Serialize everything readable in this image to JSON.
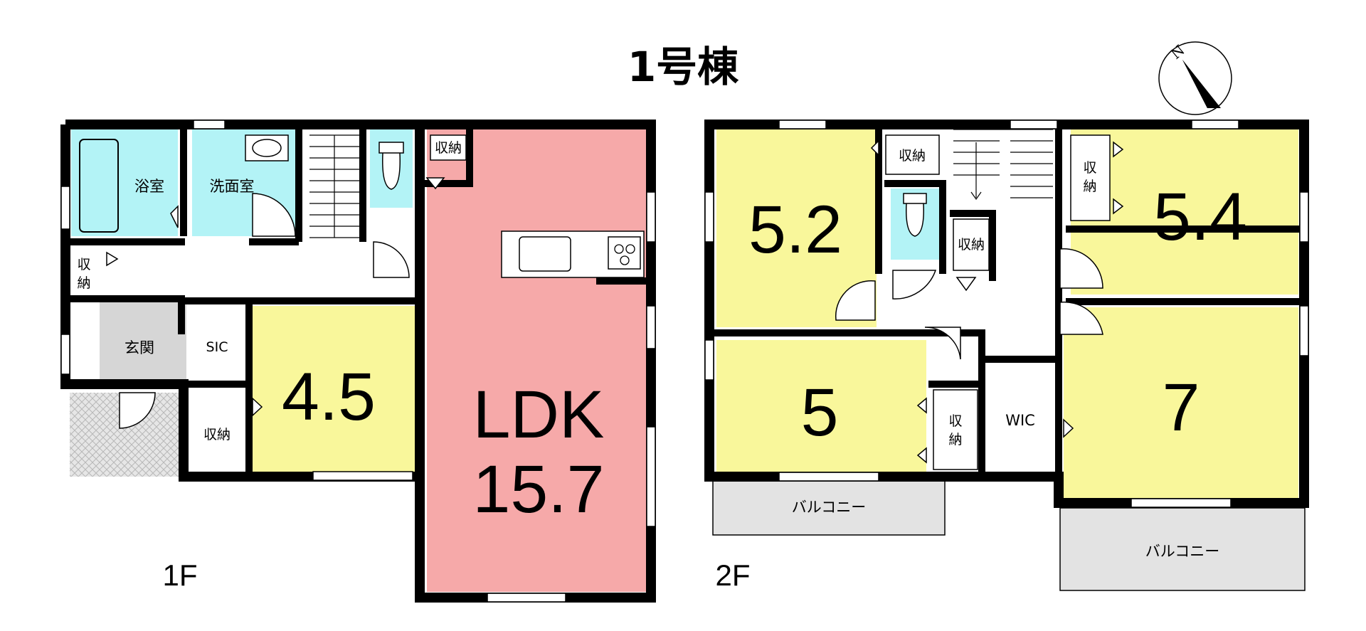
{
  "title": "1号棟",
  "floors": {
    "f1": {
      "label": "1F",
      "rooms": {
        "bath": "浴室",
        "washroom": "洗面室",
        "storage_top": "収納",
        "storage_left": "収\n納",
        "entrance": "玄関",
        "sic": "SIC",
        "storage_bottom": "収納",
        "room_45": "4.5",
        "ldk_name": "LDK",
        "ldk_size": "15.7"
      }
    },
    "f2": {
      "label": "2F",
      "rooms": {
        "room_52": "5.2",
        "storage_a": "収納",
        "storage_b": "収納",
        "room_54": "5.4",
        "storage_c_top": "収",
        "storage_c_bot": "納",
        "room_5": "5",
        "storage_d_top": "収",
        "storage_d_bot": "納",
        "wic": "WIC",
        "room_7": "7",
        "balcony_left": "バルコニー",
        "balcony_right": "バルコニー"
      }
    }
  },
  "compass": {
    "north_label": "N"
  },
  "colors": {
    "room_yellow": "#f9f79b",
    "ldk_pink": "#f6a9a9",
    "wet_cyan": "#b3f3f6",
    "entrance_grey": "#d6d6d6",
    "balcony_grey": "#e3e3e3",
    "wall": "#000000"
  }
}
